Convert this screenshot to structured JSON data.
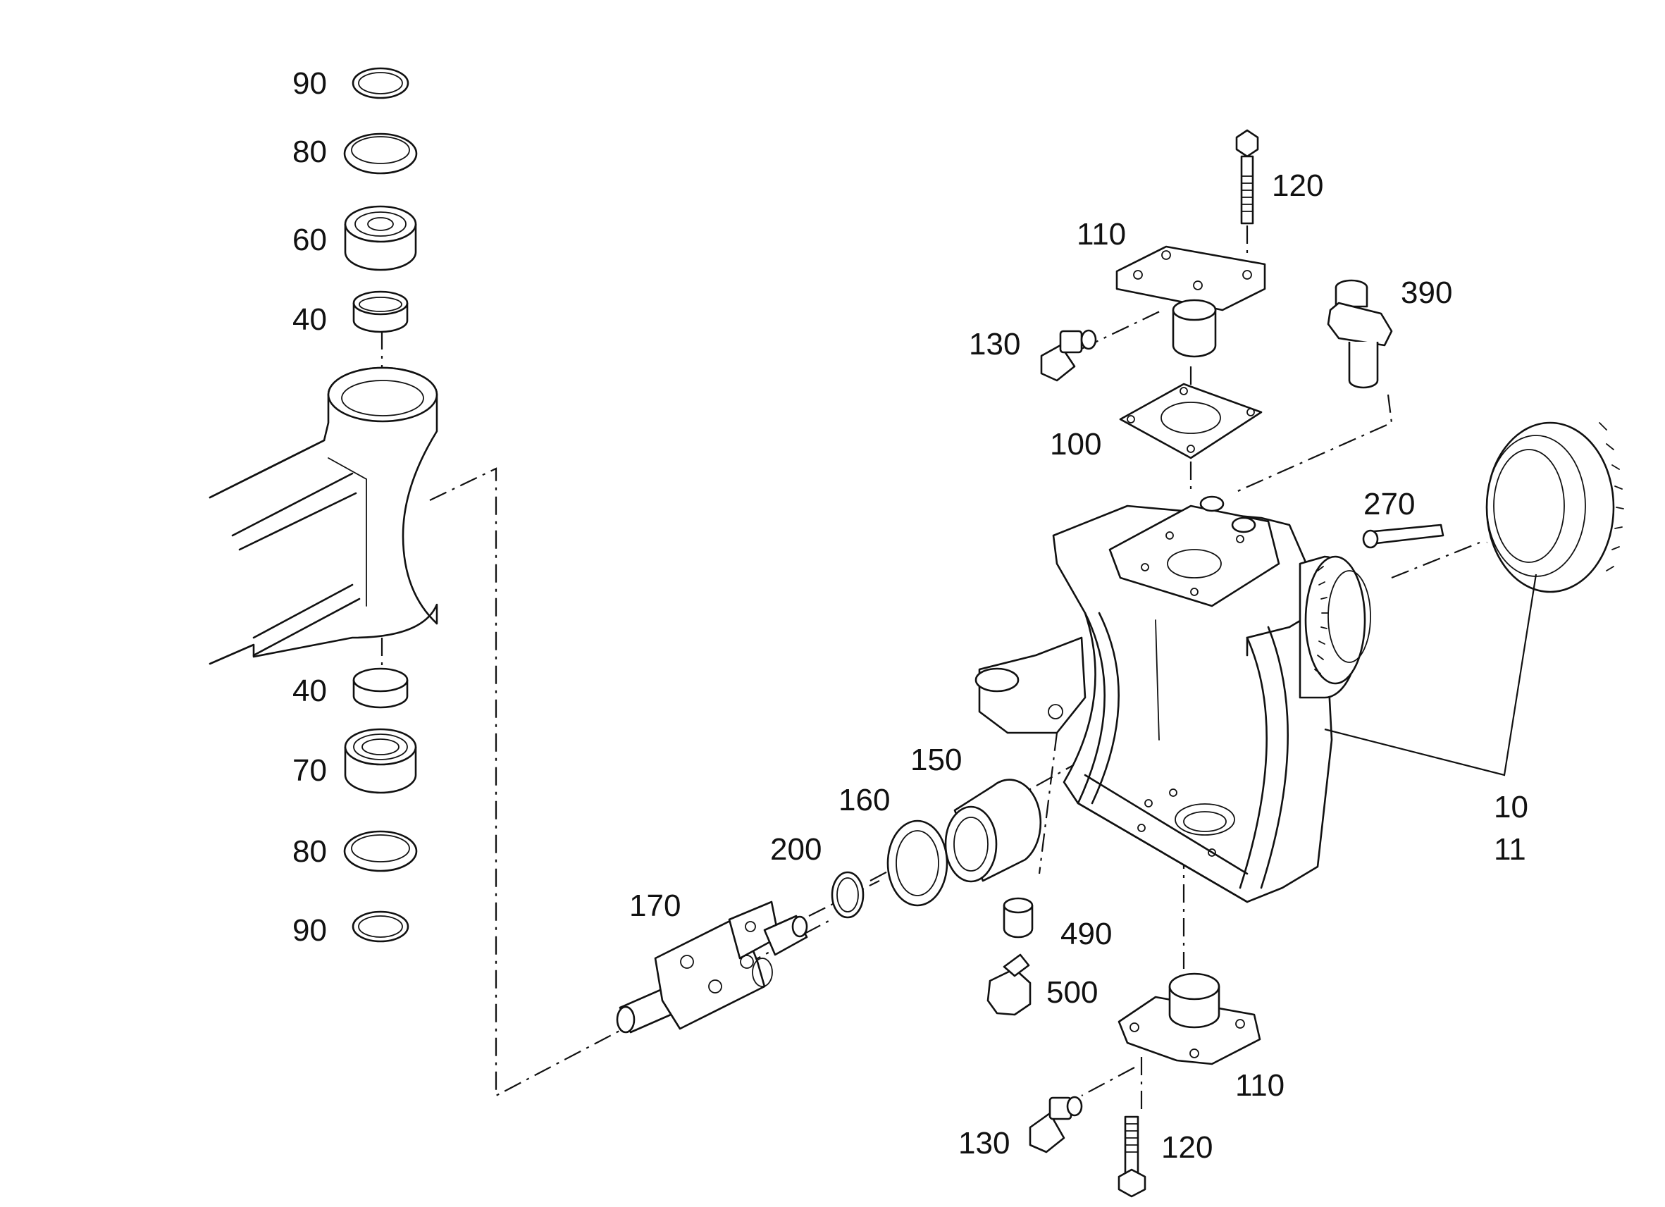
{
  "callouts": {
    "c90_top": "90",
    "c80_top": "80",
    "c60": "60",
    "c40_top": "40",
    "c40_bottom": "40",
    "c70": "70",
    "c80_bottom": "80",
    "c90_bottom": "90",
    "c120_top": "120",
    "c110_top": "110",
    "c130_top": "130",
    "c390": "390",
    "c100": "100",
    "c270": "270",
    "c150": "150",
    "c160": "160",
    "c200": "200",
    "c170": "170",
    "c10": "10",
    "c11": "11",
    "c490": "490",
    "c500": "500",
    "c110_bottom": "110",
    "c130_bottom": "130",
    "c120_bottom": "120"
  }
}
